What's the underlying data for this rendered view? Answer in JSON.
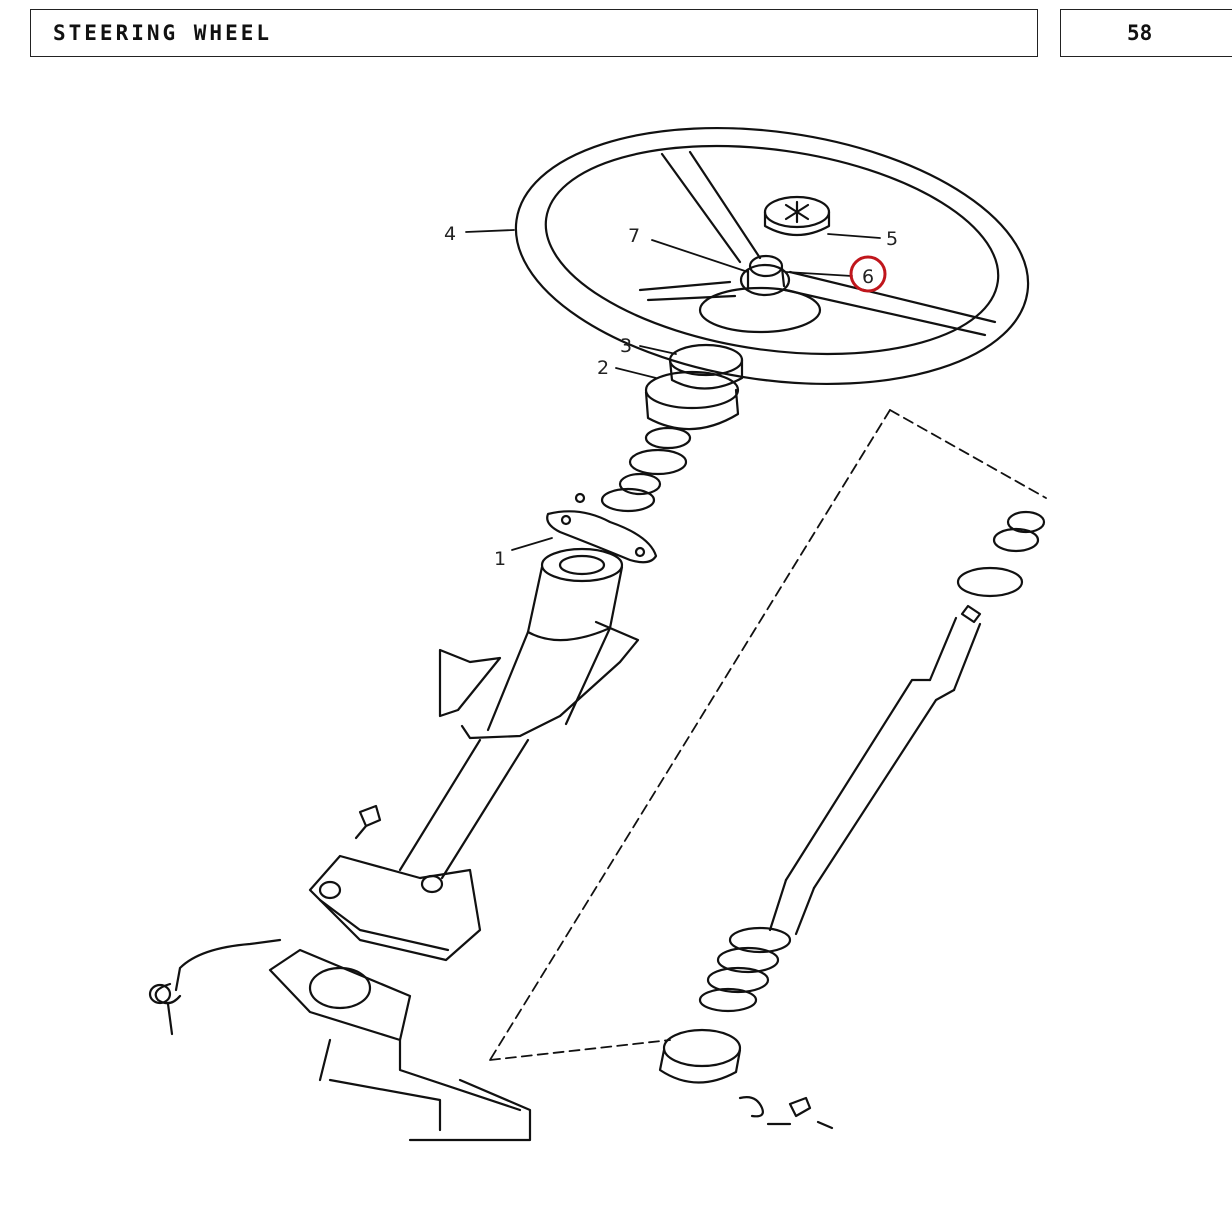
{
  "header": {
    "title": "STEERING WHEEL",
    "page_number": "58"
  },
  "callouts": [
    {
      "id": "1",
      "text": "1"
    },
    {
      "id": "2",
      "text": "2"
    },
    {
      "id": "3",
      "text": "3"
    },
    {
      "id": "4",
      "text": "4"
    },
    {
      "id": "5",
      "text": "5"
    },
    {
      "id": "6",
      "text": "6",
      "highlighted": true
    },
    {
      "id": "7",
      "text": "7"
    }
  ],
  "colors": {
    "line": "#111111",
    "highlight": "#c0161c"
  }
}
